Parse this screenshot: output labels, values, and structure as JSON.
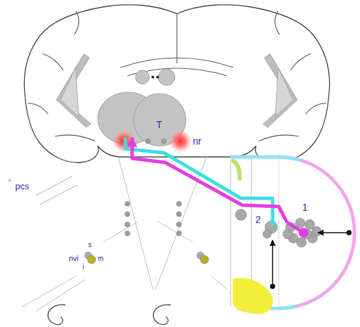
{
  "diagram": {
    "nodes": [
      {
        "text": [
          "T"
        ]
      },
      {
        "text": [
          "nr"
        ]
      },
      {
        "text": [
          "1"
        ]
      },
      {
        "text": [
          "2"
        ]
      }
    ],
    "edges": [
      {
        "from": 2,
        "to": 0,
        "arrow": "to"
      },
      {
        "from": 3,
        "to": 0,
        "arrow": "none"
      }
    ],
    "labels": [
      "pcs",
      "s",
      "nvi",
      "m",
      "i"
    ]
  }
}
